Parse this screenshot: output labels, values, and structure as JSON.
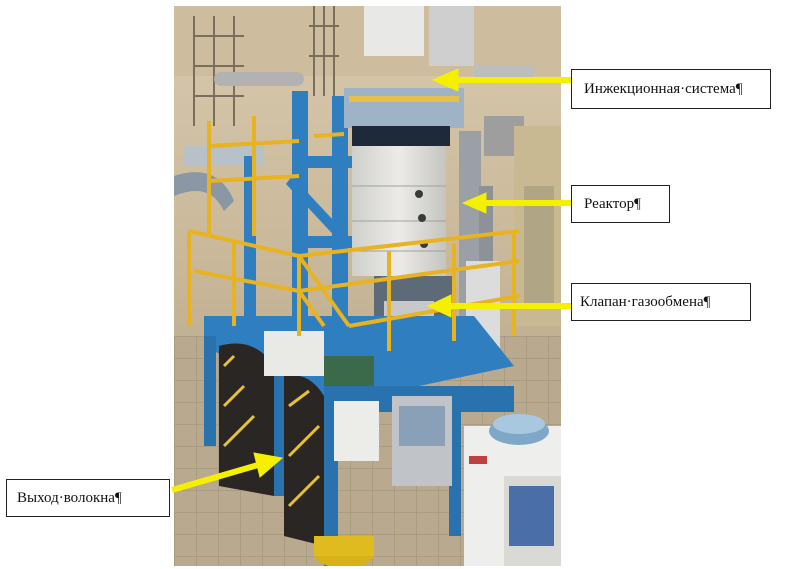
{
  "labels": {
    "injection_system": "Инжекционная·система¶",
    "reactor": "Реактор¶",
    "gas_exchange_valve": "Клапан·газообмена¶",
    "fiber_outlet": "Выход·волокна¶"
  },
  "colors": {
    "arrow": "#f5f000",
    "frame_blue": "#2f7fc0",
    "railing_yellow": "#e8b321",
    "reactor_panel": "#e4e4e0",
    "floor": "#b9aa8f"
  }
}
